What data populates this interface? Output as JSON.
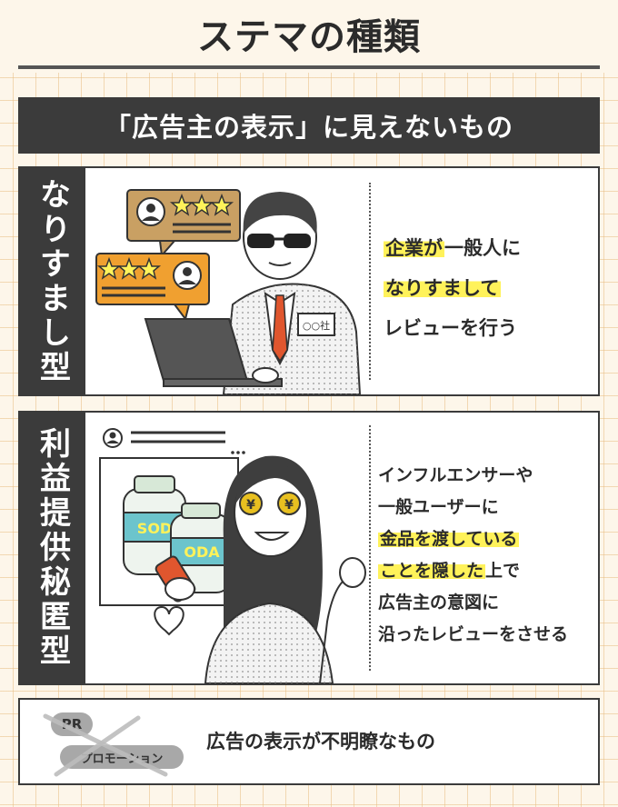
{
  "header": {
    "title": "ステマの種類"
  },
  "banner": {
    "text": "「広告主の表示」に見えないもの"
  },
  "panel1": {
    "side_label": "なりすまし型",
    "desc_lines": [
      {
        "hl": "企業が",
        "rest": "一般人に"
      },
      {
        "hl": "なりすまして",
        "rest": ""
      },
      {
        "hl": "",
        "rest": "レビューを行う"
      }
    ],
    "badge_text": "○○社"
  },
  "panel2": {
    "side_label": "利益提供秘匿型",
    "desc_lines": [
      {
        "hl": "",
        "rest": "インフルエンサーや"
      },
      {
        "hl": "",
        "rest": "一般ユーザーに"
      },
      {
        "hl": "金品を渡している",
        "rest": ""
      },
      {
        "hl": "ことを隠した",
        "rest": "上で"
      },
      {
        "hl": "",
        "rest": "広告主の意図に"
      },
      {
        "hl": "",
        "rest": "沿ったレビューをさせる"
      }
    ],
    "bottle_text_1": "SOD",
    "bottle_text_2": "ODA",
    "coin_symbol": "¥"
  },
  "panel3": {
    "pr_label": "PR",
    "promo_label": "プロモーション",
    "text": "広告の表示が不明瞭なもの"
  },
  "colors": {
    "dark": "#3b3b3b",
    "highlight": "#fff25a",
    "orange": "#f0a030",
    "gold": "#c9a063",
    "tie": "#e0562e",
    "grid": "#e8be82"
  },
  "icons": [
    "star-icon",
    "user-icon",
    "heart-icon",
    "yen-coin-icon",
    "laptop-icon",
    "smartphone-icon"
  ]
}
